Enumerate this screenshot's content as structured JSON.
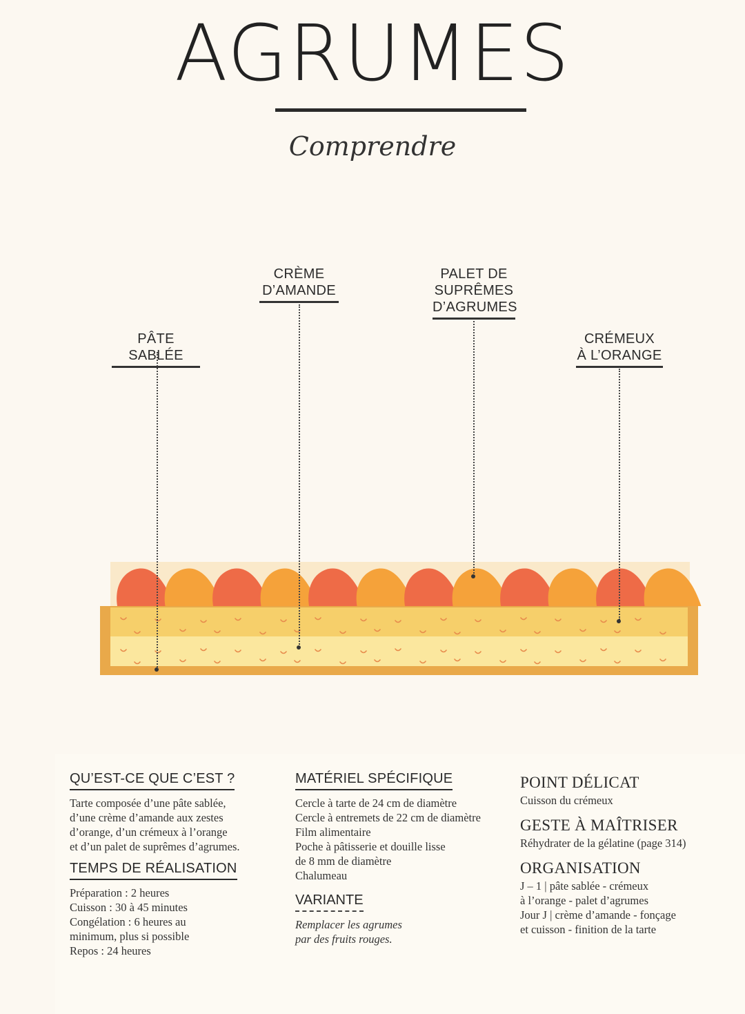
{
  "header": {
    "title": "AGRUMES",
    "subtitle": "Comprendre"
  },
  "diagram": {
    "labels": [
      {
        "id": "pate",
        "lines": [
          "PÂTE SABLÉE"
        ]
      },
      {
        "id": "creme",
        "lines": [
          "CRÈME",
          "D’AMANDE"
        ]
      },
      {
        "id": "palet",
        "lines": [
          "PALET DE",
          "SUPRÊMES",
          "D’AGRUMES"
        ]
      },
      {
        "id": "cremeux",
        "lines": [
          "CRÉMEUX",
          "À L’ORANGE"
        ]
      }
    ],
    "colors": {
      "shell": "#e9a94a",
      "almond": "#f6cf6a",
      "crust_inner": "#fbe79e",
      "cremeux_bg": "#fae9ca",
      "segment_red": "#ee6b47",
      "segment_orange": "#f5a23a",
      "flecks": "#e78b4c"
    }
  },
  "info": {
    "what": {
      "heading": "QU’EST-CE QUE C’EST ?",
      "lines": [
        "Tarte composée d’une pâte sablée,",
        "d’une crème d’amande aux zestes",
        "d’orange, d’un crémeux à l’orange",
        "et d’un palet de suprêmes d’agrumes."
      ]
    },
    "time": {
      "heading": "TEMPS DE RÉALISATION",
      "lines": [
        "Préparation : 2 heures",
        "Cuisson : 30 à 45 minutes",
        "Congélation : 6 heures au",
        "minimum, plus si possible",
        "Repos : 24 heures"
      ]
    },
    "materiel": {
      "heading": "MATÉRIEL SPÉCIFIQUE",
      "lines": [
        "Cercle à tarte de 24 cm de diamètre",
        "Cercle à entremets de 22 cm de diamètre",
        "Film alimentaire",
        "Poche à pâtisserie et douille lisse",
        "de 8 mm de diamètre",
        "Chalumeau"
      ]
    },
    "variante": {
      "heading": "VARIANTE",
      "lines": [
        "Remplacer les agrumes",
        "par des fruits rouges."
      ]
    },
    "point": {
      "heading": "POINT DÉLICAT",
      "lines": [
        "Cuisson du crémeux"
      ]
    },
    "geste": {
      "heading": "GESTE À MAÎTRISER",
      "lines": [
        "Réhydrater de la gélatine (page 314)"
      ]
    },
    "organisation": {
      "heading": "ORGANISATION",
      "lines": [
        "J – 1 | pâte sablée - crémeux",
        "à l’orange - palet d’agrumes",
        "Jour J | crème d’amande - fonçage",
        "et cuisson - finition de la tarte"
      ]
    }
  }
}
